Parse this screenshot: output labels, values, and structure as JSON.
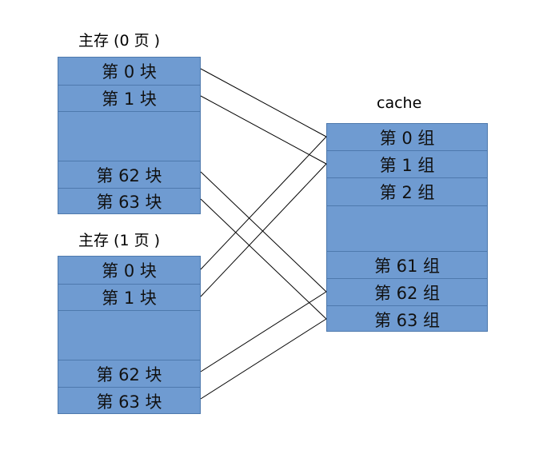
{
  "page0": {
    "title": "主存 (0 页 )",
    "blocks": [
      "第 0 块",
      "第 1 块",
      "第 62 块",
      "第 63 块"
    ]
  },
  "page1": {
    "title": "主存 (1 页 )",
    "blocks": [
      "第 0 块",
      "第 1 块",
      "第 62 块",
      "第 63 块"
    ]
  },
  "cache": {
    "title": "cache",
    "sets": [
      "第 0 组",
      "第 1 组",
      "第 2 组",
      "第 61 组",
      "第 62 组",
      "第 63 组"
    ]
  },
  "colors": {
    "fill": "#6f9bd1",
    "border": "#4e79ad"
  }
}
